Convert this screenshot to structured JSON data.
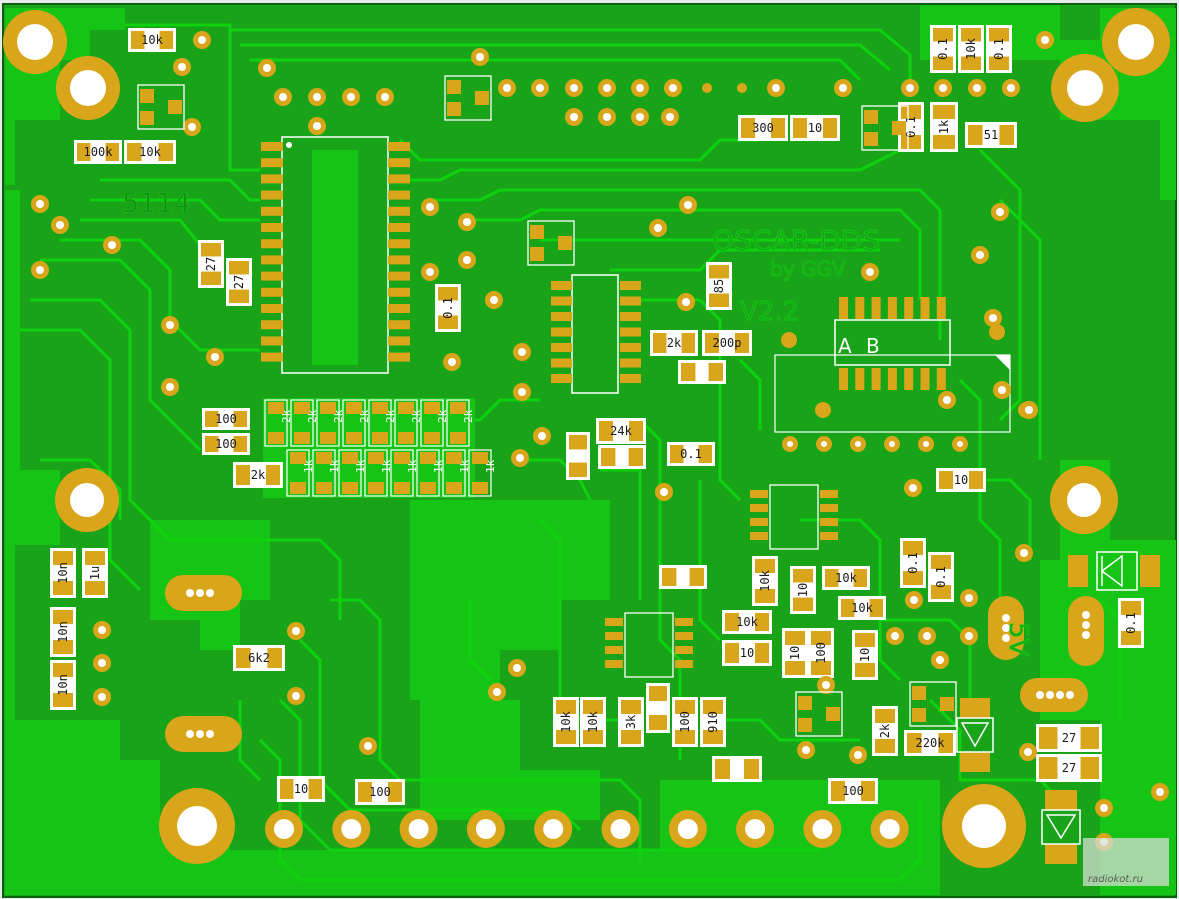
{
  "board": {
    "title": "OSCAR-DDS",
    "author": "by GGV",
    "version": "V2.2",
    "chip_label": "5114",
    "voltage": "5V",
    "watermark_site": "radiokot.ru"
  },
  "components": {
    "r_10k_top": "10k",
    "r_100k": "100k",
    "r_10k_left": "10k",
    "r_27_a": "27",
    "r_27_b": "27",
    "r_01_top": "0.1",
    "r_10k_top_right": "10k",
    "r_01_tr2": "0.1",
    "r_300": "300",
    "r_10": "10",
    "r_01_right": "0.1",
    "r_1k_right": "1k",
    "r_51": "51",
    "r_01_mid": "0.1",
    "r_85": "85",
    "r_2k_a": "2k",
    "r_200p": "200p",
    "r_24k": "24k",
    "r_100_a": "100",
    "r_100_b": "100",
    "r_2k_left": "2k",
    "r_2k_arr": "2k",
    "r_1k_arr": "1k",
    "r_04": "0.1",
    "r_10_right": "10",
    "c_10n_a": "10n",
    "c_1u": "1u",
    "c_10n_b": "10n",
    "c_10n_c": "10n",
    "r_6k2": "6k2",
    "r_10_bot": "10",
    "r_100_bot": "100",
    "r_10k_c1": "10k",
    "r_10k_c2": "10k",
    "r_10k_c3": "10k",
    "r_10k_c4": "10k",
    "r_10_c5": "10",
    "r_100_c6": "100",
    "r_10k_b1": "10k",
    "r_10k_b2": "10k",
    "r_3k": "3k",
    "r_100_b3": "100",
    "r_910": "910",
    "r_2k_b4": "2k",
    "r_220k": "220k",
    "r_100_b5": "100",
    "r_27_c": "27",
    "r_27_d": "27",
    "r_01_b6": "0.1",
    "r_01_b7": "0.1",
    "r_10_b8": "10",
    "r_10_b9": "10",
    "r_10_b10": "10",
    "r_01_far": "0.1",
    "marker_a": "A",
    "marker_b": "B"
  },
  "colors": {
    "board": "#1aa51a",
    "copper": "#0fc70f",
    "pad": "#d9a51a",
    "background": "#e9ecef"
  }
}
